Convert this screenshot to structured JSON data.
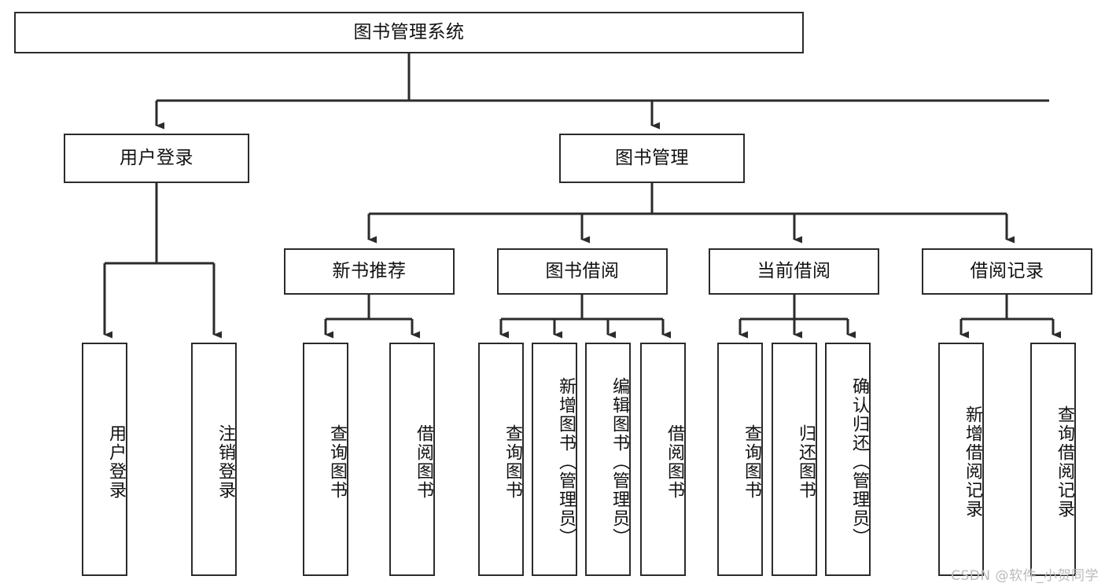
{
  "diagram": {
    "title": "图书管理系统",
    "type": "tree-hierarchy-chart",
    "watermark": "CSDN @软件_小贺同学",
    "colors": {
      "border": "#2b2b2b",
      "background": "#ffffff",
      "text": "#111111",
      "connector": "#2b2b2b",
      "watermark": "#b9b9b9"
    },
    "nodes": {
      "root": {
        "label": "图书管理系统"
      },
      "level2": [
        {
          "id": "user-login",
          "label": "用户登录"
        },
        {
          "id": "book-manage",
          "label": "图书管理"
        }
      ],
      "level3": [
        {
          "id": "new-book-recommend",
          "label": "新书推荐"
        },
        {
          "id": "book-borrow",
          "label": "图书借阅"
        },
        {
          "id": "current-borrow",
          "label": "当前借阅"
        },
        {
          "id": "borrow-record",
          "label": "借阅记录"
        }
      ],
      "leaves": {
        "user_login": [
          {
            "id": "leaf-user-login",
            "label": "用户登录"
          },
          {
            "id": "leaf-logout-login",
            "label": "注销登录"
          }
        ],
        "new_book_recommend": [
          {
            "id": "leaf-query-book-1",
            "label": "查询图书"
          },
          {
            "id": "leaf-borrow-book-1",
            "label": "借阅图书"
          }
        ],
        "book_borrow": [
          {
            "id": "leaf-query-book-2",
            "label": "查询图书"
          },
          {
            "id": "leaf-add-book",
            "label": "新增图书（管理员）"
          },
          {
            "id": "leaf-edit-book",
            "label": "编辑图书（管理员）"
          },
          {
            "id": "leaf-borrow-book-2",
            "label": "借阅图书"
          }
        ],
        "current_borrow": [
          {
            "id": "leaf-query-book-3",
            "label": "查询图书"
          },
          {
            "id": "leaf-return-book",
            "label": "归还图书"
          },
          {
            "id": "leaf-confirm-return",
            "label": "确认归还（管理员）"
          }
        ],
        "borrow_record": [
          {
            "id": "leaf-add-record",
            "label": "新增借阅记录"
          },
          {
            "id": "leaf-query-record",
            "label": "查询借阅记录"
          }
        ]
      }
    }
  }
}
